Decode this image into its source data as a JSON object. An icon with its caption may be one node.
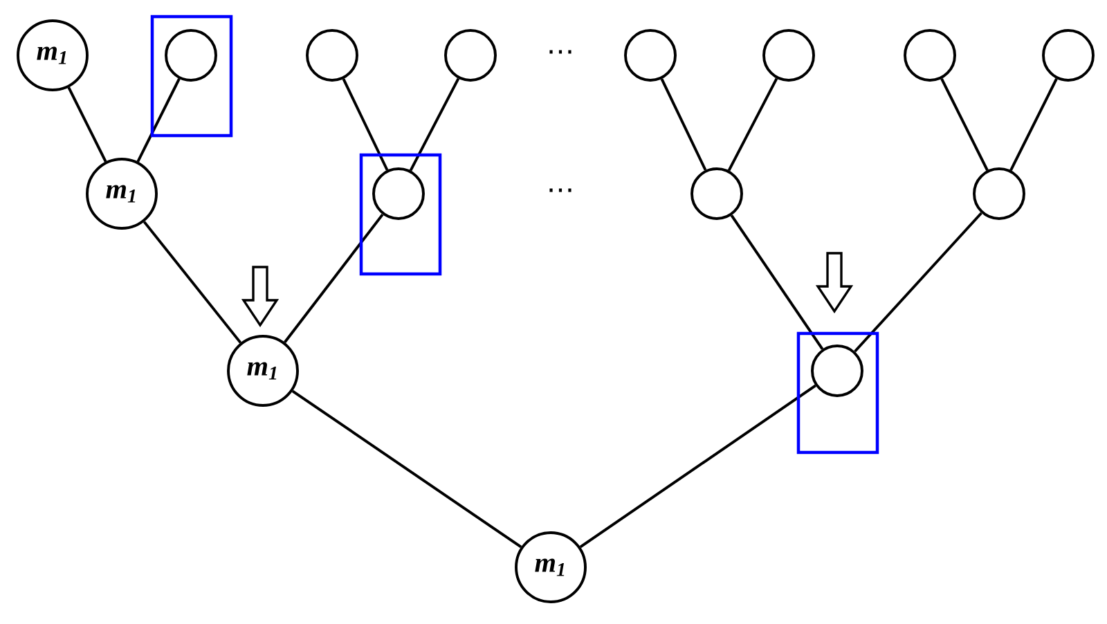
{
  "diagram": {
    "nodes": [
      {
        "text": [
          "m$_{1}$"
        ]
      },
      {
        "text": [],
        "shape": "circle"
      },
      {
        "text": [],
        "shape": "circle"
      },
      {
        "text": [],
        "shape": "circle"
      },
      {
        "text": [],
        "shape": "circle"
      },
      {
        "text": [],
        "shape": "circle"
      },
      {
        "text": [],
        "shape": "circle"
      },
      {
        "text": [],
        "shape": "circle"
      },
      {
        "text": [
          "m$_{1}$"
        ]
      },
      {
        "text": [],
        "shape": "circle"
      },
      {
        "text": [],
        "shape": "circle"
      },
      {
        "text": [],
        "shape": "circle"
      },
      {
        "text": [
          "m$_{1}$"
        ]
      },
      {
        "text": [],
        "shape": "circle"
      },
      {
        "text": [
          "m$_{1}$"
        ]
      }
    ],
    "edges": [
      {
        "from": 0,
        "to": 8,
        "arrow": "none"
      },
      {
        "from": 1,
        "to": 8,
        "arrow": "none"
      },
      {
        "from": 2,
        "to": 9,
        "arrow": "none"
      },
      {
        "from": 3,
        "to": 9,
        "arrow": "none"
      },
      {
        "from": 4,
        "to": 10,
        "arrow": "none"
      },
      {
        "from": 5,
        "to": 10,
        "arrow": "none"
      },
      {
        "from": 6,
        "to": 11,
        "arrow": "none"
      },
      {
        "from": 7,
        "to": 11,
        "arrow": "none"
      },
      {
        "from": 8,
        "to": 12,
        "arrow": "none"
      },
      {
        "from": 9,
        "to": 12,
        "arrow": "none"
      },
      {
        "from": 10,
        "to": 13,
        "arrow": "none"
      },
      {
        "from": 11,
        "to": 13,
        "arrow": "none"
      },
      {
        "from": 12,
        "to": 14,
        "arrow": "none"
      },
      {
        "from": 13,
        "to": 14,
        "arrow": "none"
      }
    ],
    "labels": [
      "⋯",
      "⋯"
    ]
  }
}
